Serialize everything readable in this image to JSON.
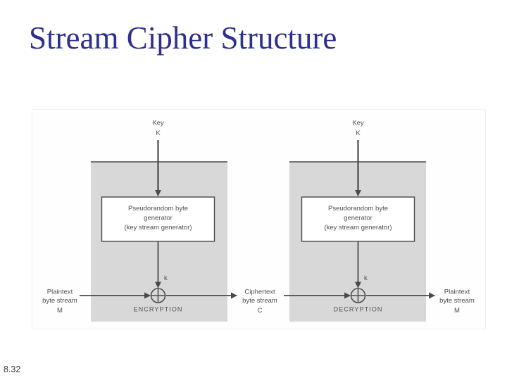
{
  "slide": {
    "title": "Stream Cipher Structure",
    "page_number": "8.32",
    "title_color": "#2E3090"
  },
  "diagram": {
    "colors": {
      "panel_fill": "#D8D8D8",
      "line": "#4A4A4A",
      "generator_box_fill": "#FFFFFF"
    },
    "stages": [
      {
        "name": "encryption",
        "key_label": "Key",
        "key_symbol": "K",
        "generator_lines": [
          "Pseudorandom byte",
          "generator",
          "(key stream generator)"
        ],
        "keystream_symbol": "k",
        "stage_label": "ENCRYPTION"
      },
      {
        "name": "decryption",
        "key_label": "Key",
        "key_symbol": "K",
        "generator_lines": [
          "Pseudorandom byte",
          "generator",
          "(key stream generator)"
        ],
        "keystream_symbol": "k",
        "stage_label": "DECRYPTION"
      }
    ],
    "stream_labels": {
      "input": [
        "Plaintext",
        "byte stream",
        "M"
      ],
      "middle": [
        "Ciphertext",
        "byte stream",
        "C"
      ],
      "output": [
        "Plaintext",
        "byte stream",
        "M"
      ]
    }
  }
}
